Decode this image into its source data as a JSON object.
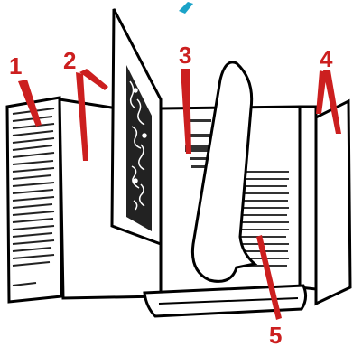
{
  "colors": {
    "stroke": "#000000",
    "paper": "#ffffff",
    "text_grey": "#333333",
    "callout_red": "#cc1f1f",
    "accent_cyan": "#1aa3c8"
  },
  "callouts": [
    {
      "id": "1",
      "label": "1"
    },
    {
      "id": "2",
      "label": "2"
    },
    {
      "id": "3",
      "label": "3"
    },
    {
      "id": "4",
      "label": "4"
    },
    {
      "id": "5",
      "label": "5"
    }
  ],
  "icons": {
    "main": "book-diagram-drawing"
  }
}
